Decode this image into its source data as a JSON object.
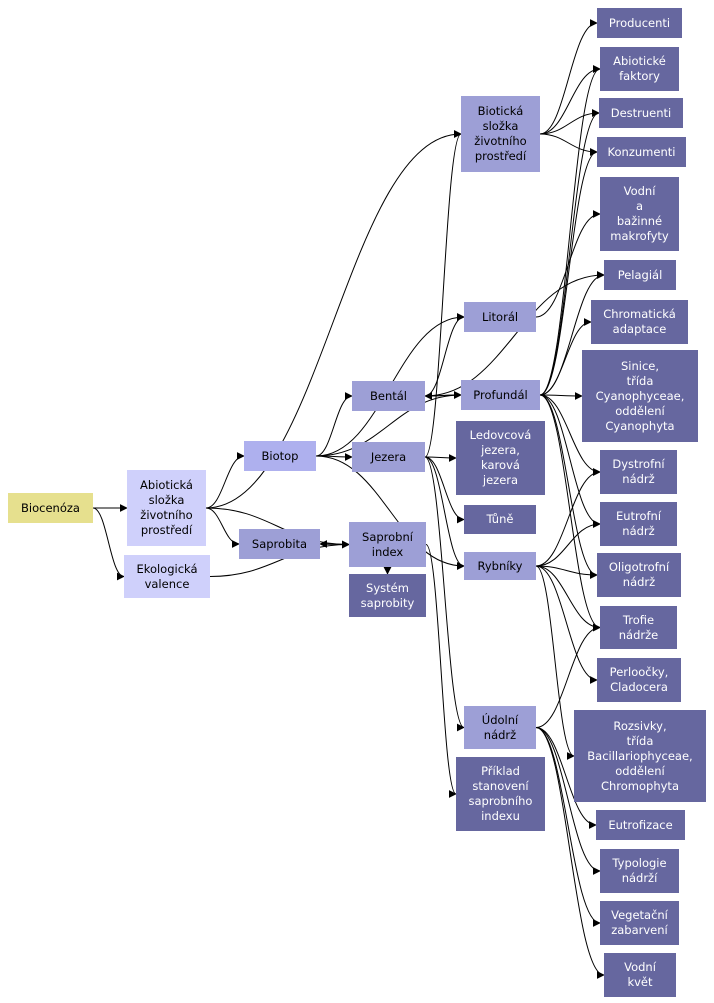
{
  "nodes": [
    {
      "id": "biocenoza",
      "label": "Biocenóza",
      "level": 0
    },
    {
      "id": "abioticka_slozka",
      "label": "Abiotická\nsložka\nživotního\nprostředí",
      "level": 1
    },
    {
      "id": "ekologicka_valence",
      "label": "Ekologická\nvalence",
      "level": 1
    },
    {
      "id": "biotop",
      "label": "Biotop",
      "level": 2
    },
    {
      "id": "saprobita",
      "label": "Saprobita",
      "level": 3
    },
    {
      "id": "bental",
      "label": "Bentál",
      "level": 3
    },
    {
      "id": "jezera",
      "label": "Jezera",
      "level": 3
    },
    {
      "id": "saprobni_index",
      "label": "Saprobní\nindex",
      "level": 3
    },
    {
      "id": "system_saprobity",
      "label": "Systém\nsaprobity",
      "level": 5
    },
    {
      "id": "biologicka_slozka",
      "label": "Biotická\nsložka\nživotního\nprostředí",
      "level": 3
    },
    {
      "id": "litoral",
      "label": "Litorál",
      "level": 3
    },
    {
      "id": "profundal",
      "label": "Profundál",
      "level": 3
    },
    {
      "id": "ledovcova_jezera",
      "label": "Ledovcová\njezera,\nkarová\njezera",
      "level": 5
    },
    {
      "id": "tune",
      "label": "Tůně",
      "level": 5
    },
    {
      "id": "rybniky",
      "label": "Rybníky",
      "level": 3
    },
    {
      "id": "udolni_nadrz",
      "label": "Údolní\nnádrž",
      "level": 3
    },
    {
      "id": "priklad",
      "label": "Příklad\nstanovení\nsaprobního\nindexu",
      "level": 5
    },
    {
      "id": "producenti",
      "label": "Producenti",
      "level": 5
    },
    {
      "id": "abioticke_faktory",
      "label": "Abiotické\nfaktory",
      "level": 5
    },
    {
      "id": "destruenti",
      "label": "Destruenti",
      "level": 5
    },
    {
      "id": "konzumenti",
      "label": "Konzumenti",
      "level": 5
    },
    {
      "id": "vodni_makrofyty",
      "label": "Vodní\na\nbažinné\nmakrofyty",
      "level": 5
    },
    {
      "id": "pelagial",
      "label": "Pelagiál",
      "level": 5
    },
    {
      "id": "chromaticka",
      "label": "Chromatická\nadaptace",
      "level": 5
    },
    {
      "id": "sinice",
      "label": "Sinice,\ntřída\nCyanophyceae,\noddělení\nCyanophyta",
      "level": 5
    },
    {
      "id": "dystrofni",
      "label": "Dystrofní\nnádrž",
      "level": 5
    },
    {
      "id": "eutrofni",
      "label": "Eutrofní\nnádrž",
      "level": 5
    },
    {
      "id": "oligotrofni",
      "label": "Oligotrofní\nnádrž",
      "level": 5
    },
    {
      "id": "trofie",
      "label": "Trofie\nnádrže",
      "level": 5
    },
    {
      "id": "perloocky",
      "label": "Perloočky,\nCladocera",
      "level": 5
    },
    {
      "id": "rozsivky",
      "label": "Rozsivky,\ntřída\nBacillariophyceae,\noddělení\nChromophyta",
      "level": 5
    },
    {
      "id": "eutrofizace",
      "label": "Eutrofizace",
      "level": 5
    },
    {
      "id": "typologie",
      "label": "Typologie\nnádrží",
      "level": 5
    },
    {
      "id": "vegetacni",
      "label": "Vegetační\nzabarvení",
      "level": 5
    },
    {
      "id": "vodni_kvet",
      "label": "Vodní\nkvět",
      "level": 5
    }
  ],
  "edges": [
    [
      "biocenoza",
      "abioticka_slozka"
    ],
    [
      "biocenoza",
      "ekologicka_valence"
    ],
    [
      "abioticka_slozka",
      "biotop"
    ],
    [
      "abioticka_slozka",
      "saprobita"
    ],
    [
      "abioticka_slozka",
      "saprobni_index"
    ],
    [
      "abioticka_slozka",
      "biologicka_slozka"
    ],
    [
      "ekologicka_valence",
      "saprobni_index"
    ],
    [
      "biotop",
      "bental"
    ],
    [
      "biotop",
      "jezera"
    ],
    [
      "biotop",
      "profundal"
    ],
    [
      "biotop",
      "litoral"
    ],
    [
      "biotop",
      "rybniky"
    ],
    [
      "saprobita",
      "saprobni_index"
    ],
    [
      "saprobni_index",
      "saprobita"
    ],
    [
      "saprobni_index",
      "system_saprobity"
    ],
    [
      "saprobni_index",
      "priklad"
    ],
    [
      "bental",
      "litoral"
    ],
    [
      "bental",
      "profundal"
    ],
    [
      "bental",
      "pelagial"
    ],
    [
      "jezera",
      "ledovcova_jezera"
    ],
    [
      "jezera",
      "tune"
    ],
    [
      "jezera",
      "rybniky"
    ],
    [
      "jezera",
      "udolni_nadrz"
    ],
    [
      "jezera",
      "biologicka_slozka"
    ],
    [
      "biologicka_slozka",
      "producenti"
    ],
    [
      "biologicka_slozka",
      "abioticke_faktory"
    ],
    [
      "biologicka_slozka",
      "destruenti"
    ],
    [
      "biologicka_slozka",
      "konzumenti"
    ],
    [
      "litoral",
      "vodni_makrofyty"
    ],
    [
      "profundal",
      "bental"
    ],
    [
      "profundal",
      "abioticke_faktory"
    ],
    [
      "profundal",
      "destruenti"
    ],
    [
      "profundal",
      "konzumenti"
    ],
    [
      "profundal",
      "pelagial"
    ],
    [
      "profundal",
      "chromaticka"
    ],
    [
      "profundal",
      "sinice"
    ],
    [
      "profundal",
      "dystrofni"
    ],
    [
      "profundal",
      "eutrofni"
    ],
    [
      "profundal",
      "oligotrofni"
    ],
    [
      "profundal",
      "trofie"
    ],
    [
      "rybniky",
      "dystrofni"
    ],
    [
      "rybniky",
      "eutrofni"
    ],
    [
      "rybniky",
      "oligotrofni"
    ],
    [
      "rybniky",
      "trofie"
    ],
    [
      "rybniky",
      "perloocky"
    ],
    [
      "rybniky",
      "rozsivky"
    ],
    [
      "udolni_nadrz",
      "trofie"
    ],
    [
      "udolni_nadrz",
      "eutrofizace"
    ],
    [
      "udolni_nadrz",
      "typologie"
    ],
    [
      "udolni_nadrz",
      "vegetacni"
    ],
    [
      "udolni_nadrz",
      "vodni_kvet"
    ]
  ]
}
